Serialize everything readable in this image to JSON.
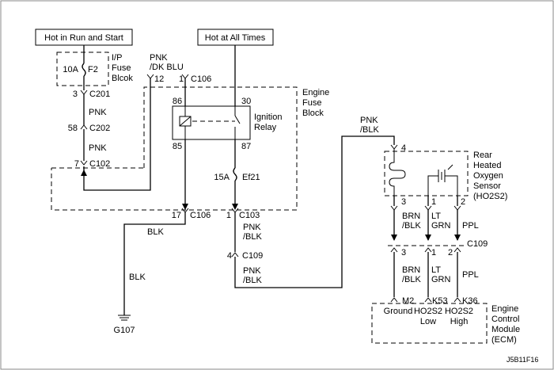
{
  "sources": {
    "run_start": "Hot in Run and Start",
    "all_times": "Hot at All Times"
  },
  "ip_fuse_block": {
    "fuse_rating": "10A",
    "fuse_id": "F2",
    "label_line1": "I/P",
    "label_line2": "Fuse",
    "label_line3": "Blcok"
  },
  "engine_fuse_block": {
    "label_line1": "Engine",
    "label_line2": "Fuse",
    "label_line3": "Block",
    "fuse_rating": "15A",
    "fuse_id": "Ef21"
  },
  "relay": {
    "label_line1": "Ignition",
    "label_line2": "Relay",
    "pin86": "86",
    "pin30": "30",
    "pin85": "85",
    "pin87": "87"
  },
  "wires": {
    "pnk": "PNK",
    "pnk_dkblu_1": "PNK",
    "pnk_dkblu_2": "/DK BLU",
    "blk": "BLK",
    "pnk_blk_1": "PNK",
    "pnk_blk_2": "/BLK",
    "brn_1": "BRN",
    "brn_2": "/BLK",
    "lt_1": "LT",
    "lt_2": "GRN",
    "ppl": "PPL"
  },
  "connectors": {
    "c106": "C106",
    "c201": "C201",
    "c202": "C202",
    "c102": "C102",
    "c103": "C103",
    "c109": "C109",
    "pin_12": "12",
    "pin_1": "1",
    "pin_2": "2",
    "pin_3": "3",
    "pin_4": "4",
    "pin_7": "7",
    "pin_17": "17",
    "pin_58": "58"
  },
  "sensor": {
    "label_line1": "Rear",
    "label_line2": "Heated",
    "label_line3": "Oxygen",
    "label_line4": "Sensor",
    "label_line5": "(HO2S2)"
  },
  "ecm": {
    "label_line1": "Engine",
    "label_line2": "Control",
    "label_line3": "Module",
    "label_line4": "(ECM)",
    "pin_m2": "M2",
    "pin_k53": "K53",
    "pin_k36": "K36",
    "ground": "Ground",
    "ho2s2_low_1": "HO2S2",
    "ho2s2_low_2": "Low",
    "ho2s2_high_1": "HO2S2",
    "ho2s2_high_2": "High"
  },
  "ground_id": "G107",
  "figure_code": "J5B11F16"
}
